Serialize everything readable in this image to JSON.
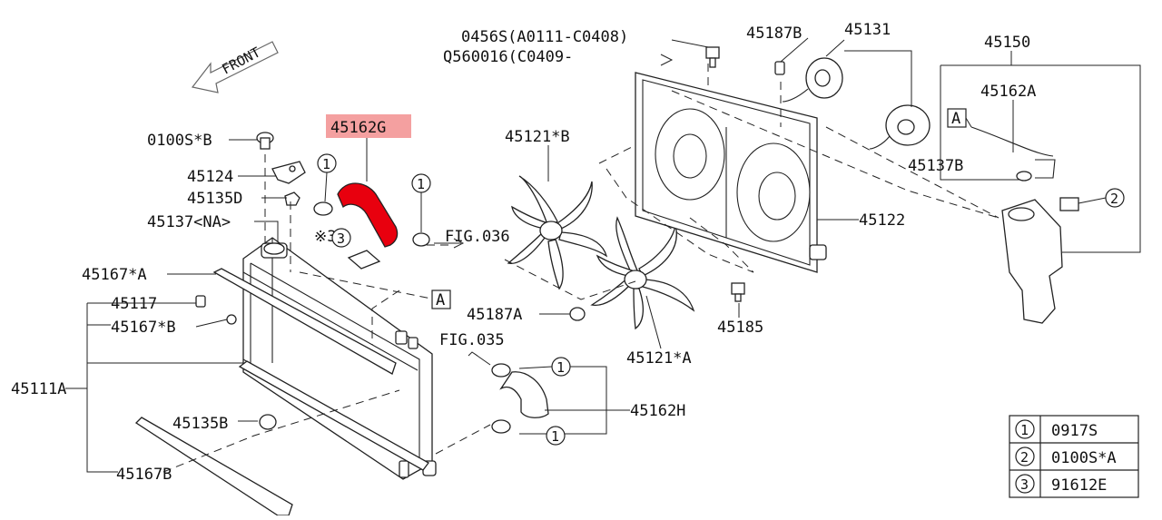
{
  "diagram": {
    "front_label": "FRONT",
    "labels": {
      "p0456s": "0456S(A0111-C0408)",
      "q560016": "Q560016(C0409-",
      "p45187b": "45187B",
      "p45131": "45131",
      "p45150": "45150",
      "p45162a": "45162A",
      "p45162g": "45162G",
      "p45121b": "45121*B",
      "p0100sb": "0100S*B",
      "p45124": "45124",
      "p45135d": "45135D",
      "p45137na": "45137<NA>",
      "p45167a": "45167*A",
      "p45117": "45117",
      "p45167b_star": "45167*B",
      "p45111a": "45111A",
      "p45135b": "45135B",
      "p45167b": "45167B",
      "p45137b": "45137B",
      "p45122": "45122",
      "p45187a": "45187A",
      "p45185": "45185",
      "p45121a": "45121*A",
      "p45162h": "45162H",
      "fig036": "FIG.036",
      "fig035": "FIG.035",
      "note3": "※3",
      "box_a": "A"
    },
    "callouts": {
      "one": "1",
      "two": "2",
      "three": "3"
    },
    "legend": [
      {
        "num": "1",
        "part": "0917S"
      },
      {
        "num": "2",
        "part": "0100S*A"
      },
      {
        "num": "3",
        "part": "91612E"
      }
    ],
    "highlight_color": "#f4a0a0",
    "hose_color": "#e8000e"
  }
}
